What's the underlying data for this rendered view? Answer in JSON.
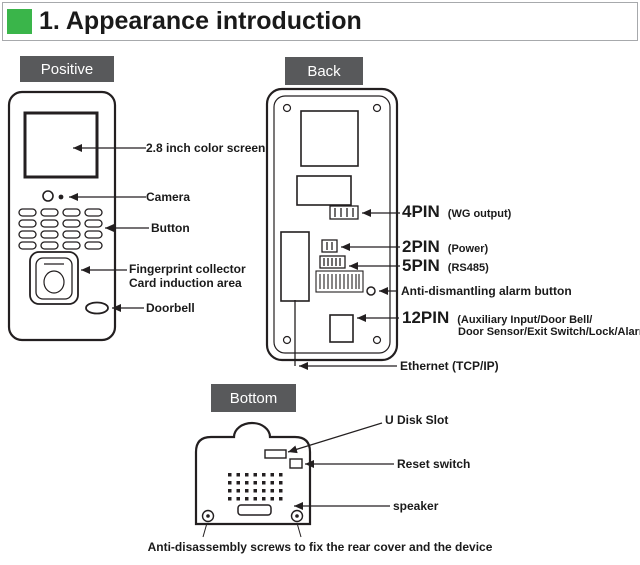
{
  "title": "1. Appearance introduction",
  "views": {
    "positive": {
      "label": "Positive",
      "screen": "2.8 inch color screen",
      "camera": "Camera",
      "button": "Button",
      "fingerprint_line1": "Fingerprint collector",
      "fingerprint_line2": "Card induction area",
      "doorbell": "Doorbell"
    },
    "back": {
      "label": "Back",
      "pin4_label": "4PIN",
      "pin4_desc": "(WG output)",
      "pin2_label": "2PIN",
      "pin2_desc": "(Power)",
      "pin5_label": "5PIN",
      "pin5_desc": "(RS485)",
      "alarm_button": "Anti-dismantling alarm button",
      "pin12_label": "12PIN",
      "pin12_desc_line1": "(Auxiliary Input/Door Bell/",
      "pin12_desc_line2": "Door Sensor/Exit Switch/Lock/Alarm)",
      "ethernet": "Ethernet (TCP/IP)"
    },
    "bottom": {
      "label": "Bottom",
      "u_disk_slot": "U Disk Slot",
      "reset_switch": "Reset switch",
      "speaker": "speaker",
      "screws_note": "Anti-disassembly screws to fix the rear cover and the device"
    }
  },
  "colors": {
    "accent_green": "#3ab54a",
    "badge_gray": "#58595b",
    "line_color": "#231f20"
  }
}
